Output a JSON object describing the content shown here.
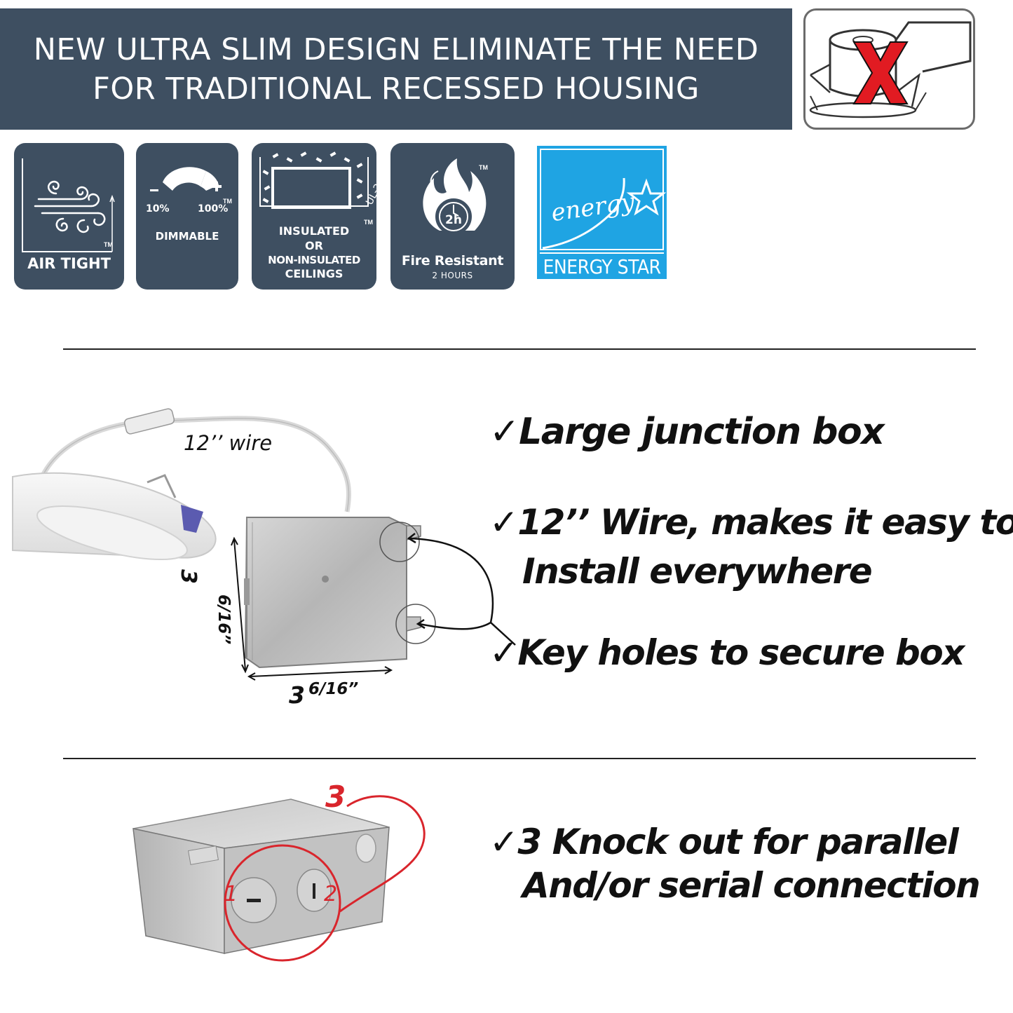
{
  "banner": {
    "line1": "NEW ULTRA SLIM DESIGN ELIMINATE THE NEED",
    "line2": "FOR TRADITIONAL RECESSED HOUSING"
  },
  "badges": {
    "air_tight": "AIR TIGHT",
    "dim_low": "10%",
    "dim_high": "100%",
    "dimmable": "DIMMABLE",
    "ins_line1": "INSULATED",
    "ins_line2": "OR",
    "ins_line3": "NON-INSULATED",
    "ins_line4": "CEILINGS",
    "ul_code": "UL-263",
    "fire_hours_short": "2h",
    "fire_label": "Fire Resistant",
    "fire_sub": "2 HOURS",
    "tm": "TM",
    "energy_script": "energy",
    "energy_label": "ENERGY STAR"
  },
  "diagram1": {
    "wire_label": "12’’  wire",
    "height_label_main": "3",
    "height_label_frac": "6/16”",
    "width_label_main": "3",
    "width_label_frac": "6/16”"
  },
  "features": {
    "f1": "✓Large junction box",
    "f2_line1": "✓12’’ Wire, makes it easy to",
    "f2_line2": "Install everywhere",
    "f3": "✓Key holes to secure box",
    "f4_line1": "✓3 Knock out for parallel",
    "f4_line2": "And/or serial connection"
  },
  "diagram2": {
    "n1": "1",
    "n2": "2",
    "n3": "3"
  },
  "colors": {
    "banner": "#3e4f61",
    "energy_blue": "#1fa4e3",
    "red": "#e11b22"
  }
}
